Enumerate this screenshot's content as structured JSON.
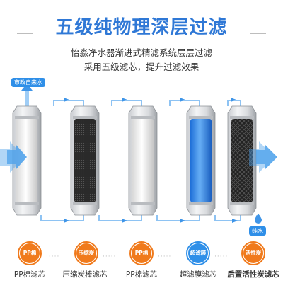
{
  "header": {
    "title": "五级纯物理深层过滤",
    "subtitle_line1": "怡淼净水器渐进式精滤系统层层过滤",
    "subtitle_line2": "采用五级滤芯，提升过滤效果"
  },
  "flow": {
    "inlet_label": "市政自来水",
    "outlet_label": "纯水"
  },
  "stages": [
    {
      "badge": "PP棉",
      "name": "PP棉滤芯",
      "color": "#f07a1c",
      "core": "white"
    },
    {
      "badge": "压缩炭",
      "name": "压缩炭棒滤芯",
      "color": "#f07a1c",
      "core": "black"
    },
    {
      "badge": "PP棉",
      "name": "PP棉滤芯",
      "color": "#f07a1c",
      "core": "white"
    },
    {
      "badge": "超滤膜",
      "name": "超滤膜滤芯",
      "color": "#2f8fe8",
      "core": "blue"
    },
    {
      "badge": "活性炭",
      "name": "后置活性炭滤芯",
      "color": "#f07a1c",
      "core": "carbon"
    }
  ],
  "colors": {
    "title": "#2f78d6",
    "arrow": "#3f95e8",
    "orange": "#f07a1c",
    "blue": "#2f8fe8"
  }
}
